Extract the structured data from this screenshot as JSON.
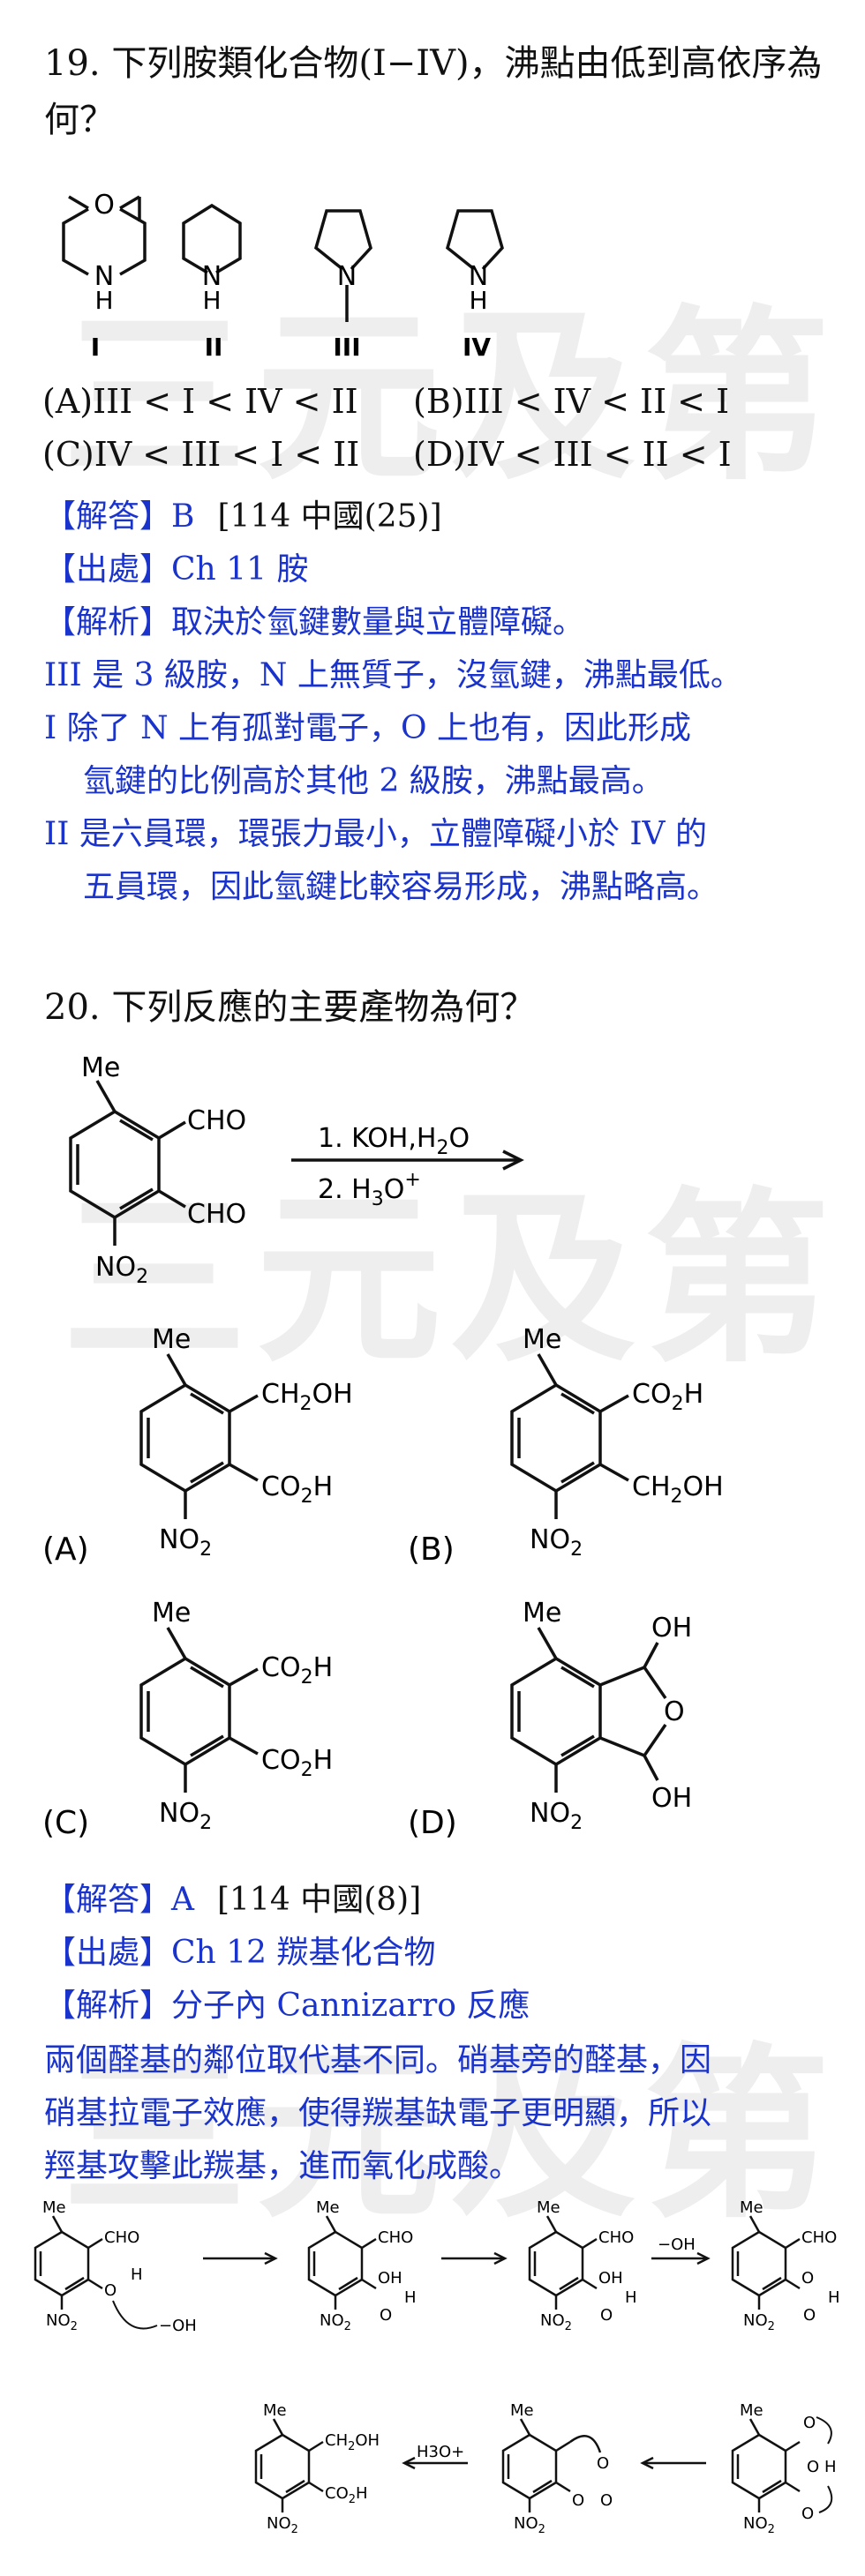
{
  "watermark": "三元及第",
  "q19": {
    "number": "19.",
    "stem_line1": "下列胺類化合物(I−IV)，沸點由低到高依序為",
    "stem_line2": "何？",
    "labels": [
      "I",
      "II",
      "III",
      "IV"
    ],
    "atoms": {
      "O": "O",
      "N": "N",
      "NH": "N",
      "H": "H"
    },
    "options": [
      {
        "key": "(A)",
        "text": "III < I < IV < II"
      },
      {
        "key": "(B)",
        "text": "III < IV < II < I"
      },
      {
        "key": "(C)",
        "text": "IV < III < I < II"
      },
      {
        "key": "(D)",
        "text": "IV < III < II < I"
      }
    ],
    "answer_tag": "【解答】",
    "answer": "B",
    "answer_ref": "[114 中國(25)]",
    "source_tag": "【出處】",
    "source": "Ch 11  胺",
    "analysis_tag": "【解析】",
    "analysis": "取決於氫鍵數量與立體障礙。",
    "explanation": [
      "III 是 3 級胺，N 上無質子，沒氫鍵，沸點最低。",
      "I 除了 N 上有孤對電子，O 上也有，因此形成",
      "氫鍵的比例高於其他 2 級胺，沸點最高。",
      "II 是六員環，環張力最小，立體障礙小於 IV 的",
      "五員環，因此氫鍵比較容易形成，沸點略高。"
    ]
  },
  "q20": {
    "number": "20.",
    "stem": "下列反應的主要產物為何？",
    "reagent1": "1. KOH,H",
    "reagent1_sub": "2",
    "reagent1_end": "O",
    "reagent2": "2. H",
    "reagent2_sub": "3",
    "reagent2_end": "O",
    "reagent2_sup": "+",
    "groups": {
      "me": "Me",
      "cho": "CHO",
      "no2": "NO",
      "no2_sub": "2",
      "ch2oh": "CH",
      "ch2oh_sub": "2",
      "ch2oh_end": "OH",
      "co2h": "CO",
      "co2h_sub": "2",
      "co2h_end": "H",
      "oh": "OH",
      "o": "O"
    },
    "option_keys": [
      "(A)",
      "(B)",
      "(C)",
      "(D)"
    ],
    "answer_tag": "【解答】",
    "answer": "A",
    "answer_ref": "[114 中國(8)]",
    "source_tag": "【出處】",
    "source": "Ch 12  羰基化合物",
    "analysis_tag": "【解析】",
    "analysis": "分子內 Cannizarro 反應",
    "explanation": [
      "兩個醛基的鄰位取代基不同。硝基旁的醛基，因",
      "硝基拉電子效應，使得羰基缺電子更明顯，所以",
      "羥基攻擊此羰基，進而氧化成酸。"
    ],
    "mechanism": {
      "oh_minus": "−OH",
      "h": "H",
      "o_minus": "O",
      "h3o_plus": "H3O+"
    }
  }
}
